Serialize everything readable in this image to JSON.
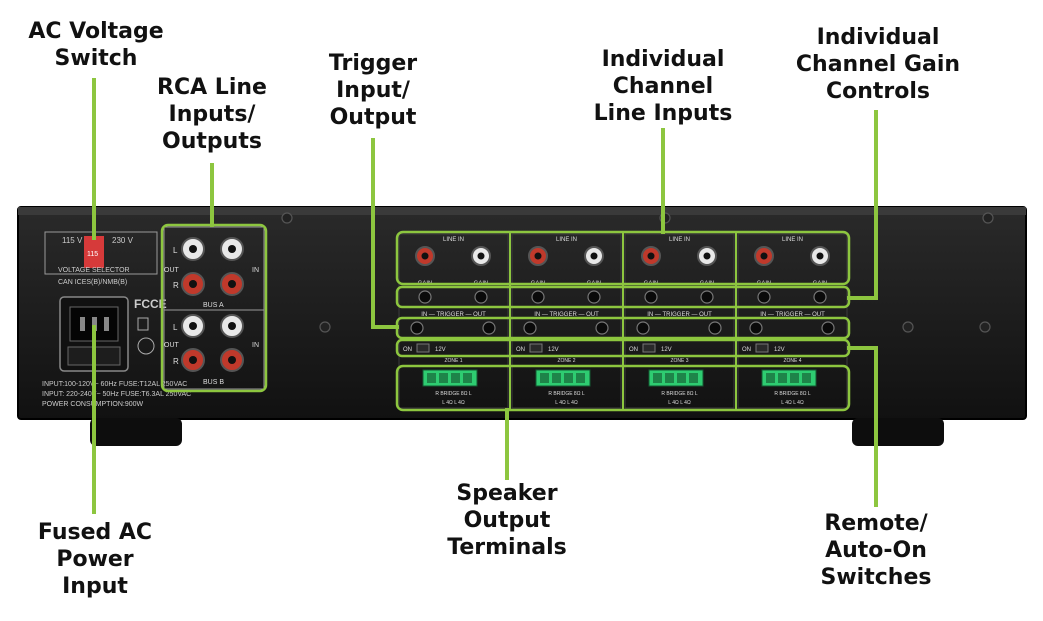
{
  "callouts": {
    "ac_voltage_switch": "AC Voltage\nSwitch",
    "rca_line_io": "RCA Line\nInputs/\nOutputs",
    "trigger_io": "Trigger\nInput/\nOutput",
    "individual_line_inputs": "Individual\nChannel\nLine Inputs",
    "individual_gain": "Individual\nChannel Gain\nControls",
    "fused_ac_input": "Fused AC\nPower\nInput",
    "speaker_terminals": "Speaker\nOutput\nTerminals",
    "remote_auto_on": "Remote/\nAuto-On\nSwitches"
  },
  "panel": {
    "voltage_115": "115 V",
    "voltage_230": "230 V",
    "switch_value": "115",
    "voltage_selector": "VOLTAGE SELECTOR",
    "can_ices": "CAN ICES(B)/NMB(B)",
    "fc_mark": "FC",
    "ce_mark": "CE",
    "spec_line1": "INPUT:100-120V~ 60Hz FUSE:T12AL 250VAC",
    "spec_line2": "INPUT: 220-240V~ 50Hz FUSE:T6.3AL 250VAC",
    "spec_line3": "POWER CONSUMPTION:900W",
    "bus_a": "BUS A",
    "bus_b": "BUS B",
    "out": "OUT",
    "in": "IN",
    "l": "L",
    "r": "R",
    "line_in": "LINE IN",
    "gain": "GAIN",
    "in_trigger_out": "IN — TRIGGER — OUT",
    "on": "ON",
    "v12": "12V",
    "bridge": "R BRIDGE 8Ω L",
    "ohm": "L 4Ω  L 4Ω",
    "zones": [
      "ZONE 1",
      "ZONE 2",
      "ZONE 3",
      "ZONE 4"
    ]
  },
  "colors": {
    "callout_line": "#8dc63f",
    "chassis": "#1a1a1a",
    "background": "#ffffff",
    "rca_white": "#e8e8e8",
    "rca_red": "#c0392b",
    "terminal_green": "#2ecc71"
  }
}
